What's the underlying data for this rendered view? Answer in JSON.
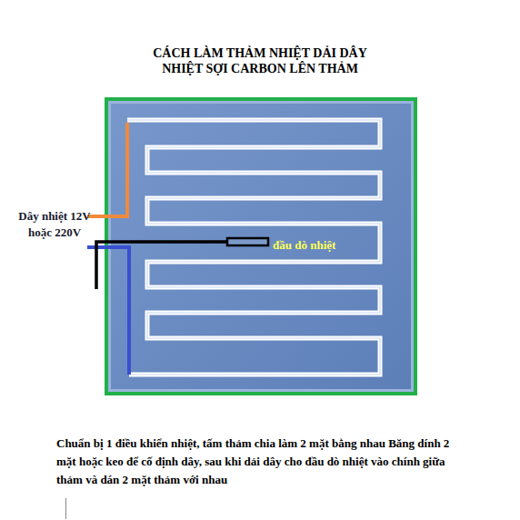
{
  "diagram": {
    "title": "CÁCH LÀM THẢM NHIỆT DẢI DÂY NHIỆT SỢI CARBON LÊN THẢM",
    "caption": "Chuẩn bị 1 điều khiển nhiệt, tấm thảm chia làm 2 mặt bằng nhau Băng dính 2 mặt hoặc keo để cố định dây, sau khi dải dây cho đầu dò nhiệt vào chính giữa thảm và dán 2 mặt thảm với nhau",
    "labels": [
      "Dây nhiệt 12V hoặc 220V",
      "đầu dò nhiệt"
    ]
  }
}
